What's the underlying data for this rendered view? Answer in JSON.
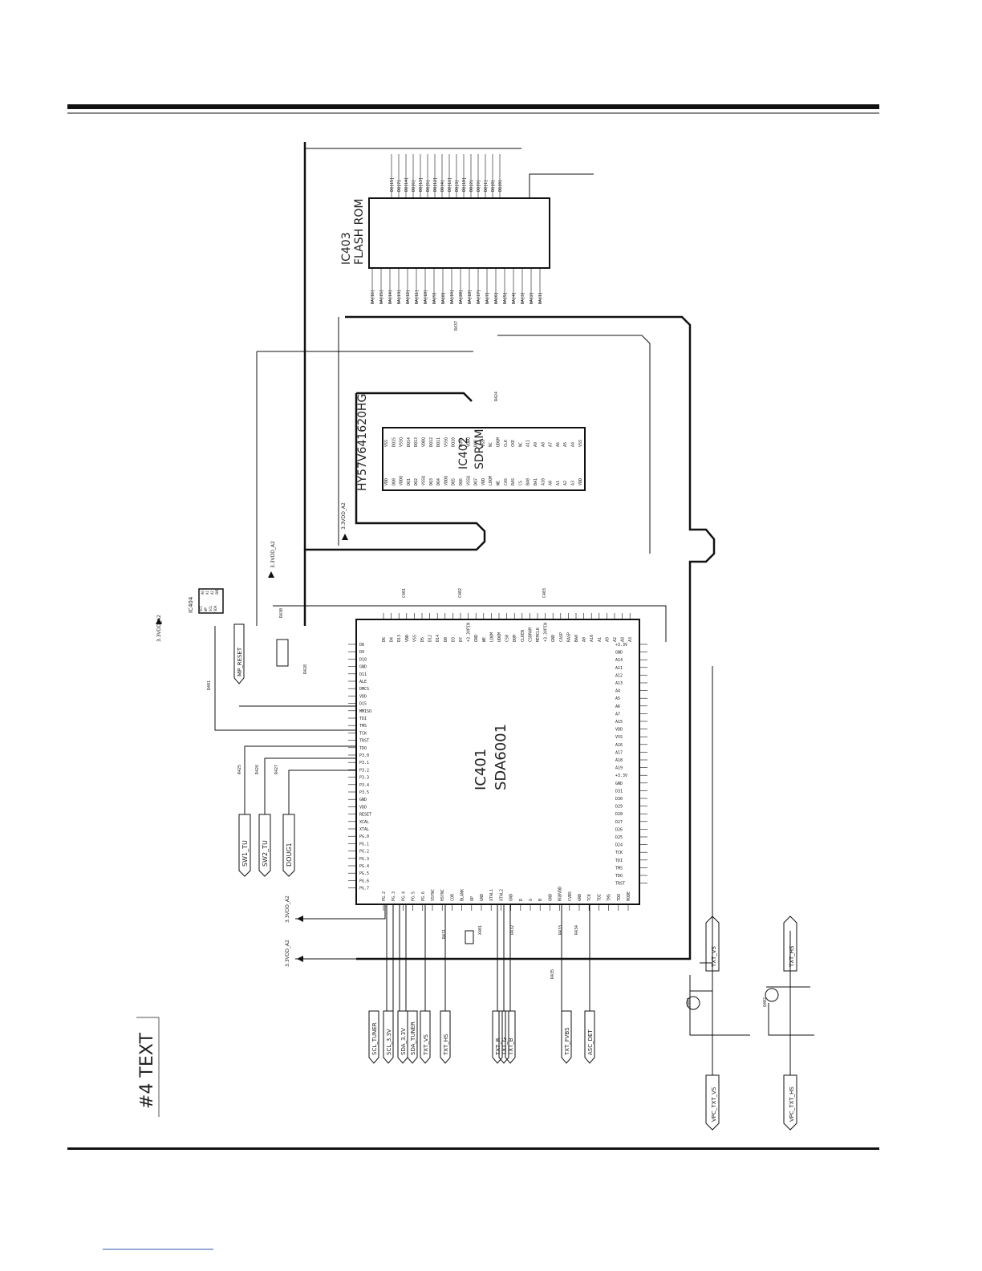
{
  "page": {
    "section_title": "#4 TEXT"
  },
  "chips": {
    "ic401": {
      "ref": "IC401",
      "part": "SDA6001"
    },
    "ic402": {
      "ref": "IC402",
      "part": "SDRAM",
      "marking": "HY57V641620HG"
    },
    "ic403": {
      "ref": "IC403",
      "part": "FLASH ROM"
    },
    "ic404": {
      "ref": "IC404",
      "pins": [
        "VCC",
        "WP",
        "SCL",
        "SDA",
        "A0",
        "A1",
        "A2",
        "GND"
      ]
    }
  },
  "power_labels": [
    "3.3VDD_A2",
    "3.3VDD_A2",
    "3.3VDD_A2",
    "3.3VDD_A2",
    "3.3VDD_A2"
  ],
  "connectors_left": [
    "SW1_TU",
    "SW2_TU",
    "DOUG1"
  ],
  "reset_label": "MP_RESET",
  "connectors_bottom": [
    "SCL_TUNER",
    "SCL_3.3V",
    "SDA_3.3V",
    "SDA_TUNER",
    "TXT_VS",
    "TXT_HS",
    "TXT_R",
    "TXT_G",
    "TXT_B",
    "TXT_FVBS",
    "ASC_DET"
  ],
  "connectors_right": [
    "TXT_VS",
    "TXT_HS",
    "VPC_TXT_VS",
    "VPC_TXT_HS"
  ],
  "ic403_data_pins": [
    "DQ[15]",
    "DQ[7]",
    "DQ[14]",
    "DQ[6]",
    "DQ[13]",
    "DQ[5]",
    "DQ[12]",
    "DQ[4]",
    "DQ[11]",
    "DQ[3]",
    "DQ[10]",
    "DQ[2]",
    "DQ[9]",
    "DQ[1]",
    "DQ[8]",
    "DQ[0]"
  ],
  "ic403_addr_pins": [
    "DA[16]",
    "DA[15]",
    "DA[14]",
    "DA[13]",
    "DA[12]",
    "DA[11]",
    "DA[10]",
    "DA[9]",
    "DA[8]",
    "DA[19]",
    "DA[20]",
    "DA[18]",
    "DA[17]",
    "DA[7]",
    "DA[6]",
    "DA[5]",
    "DA[4]",
    "DA[3]",
    "DA[2]",
    "DA[1]"
  ],
  "ic402_left_pins": [
    "VDD",
    "DQ0",
    "VDDQ",
    "DQ1",
    "DQ2",
    "VSSQ",
    "DQ3",
    "DQ4",
    "VDDQ",
    "DQ5",
    "DQ6",
    "VSSQ",
    "DQ7",
    "VDD",
    "LDQM",
    "WE",
    "CAS",
    "RAS",
    "CS",
    "BA0",
    "BA1",
    "A10",
    "A0",
    "A1",
    "A2",
    "A3",
    "VDD"
  ],
  "ic402_right_pins": [
    "VSS",
    "DQ15",
    "VSSQ",
    "DQ14",
    "DQ13",
    "VDDQ",
    "DQ12",
    "DQ11",
    "VSSQ",
    "DQ10",
    "DQ9",
    "VDDQ",
    "DQ8",
    "VSS",
    "NC",
    "UDQM",
    "CLK",
    "CKE",
    "NC",
    "A11",
    "A9",
    "A8",
    "A7",
    "A6",
    "A5",
    "A4",
    "VSS"
  ],
  "ic401_top_pins": [
    "D6",
    "D4",
    "D13",
    "VDD",
    "VSS",
    "D5",
    "D12",
    "D14",
    "D0",
    "D3",
    "D7",
    "+3.3VPIN",
    "GND",
    "WE",
    "LDQM",
    "UDQM",
    "CS0",
    "DQM",
    "CLKEN",
    "CSDRAM",
    "MEMCLK",
    "+3.3VPIN",
    "GND",
    "CASP",
    "RASP",
    "BA0",
    "A0",
    "A10",
    "A1",
    "A9",
    "A2",
    "A8",
    "A3"
  ],
  "ic401_left_pins": [
    "D8",
    "D9",
    "D10",
    "GND",
    "D11",
    "ALE",
    "DMCS",
    "VDD",
    "D15",
    "MMISO",
    "TDI",
    "TMS",
    "TCK",
    "TRST",
    "TDO",
    "P3.0",
    "P3.1",
    "P3.2",
    "P3.3",
    "P3.4",
    "P3.5",
    "GND",
    "VDD",
    "RESET",
    "XCAL",
    "XTAL",
    "PG.0",
    "PG.1",
    "PG.2",
    "PG.3",
    "PG.4",
    "PG.5",
    "PG.6",
    "PG.7"
  ],
  "ic401_bottom_pins": [
    "PG.2",
    "PG.3",
    "PG.4",
    "PG.5",
    "PG.6",
    "VSYNC",
    "HSYNC",
    "COR",
    "BLANK",
    "OP",
    "GND",
    "XTAL1",
    "XTAL2",
    "GND",
    "R",
    "G",
    "B",
    "GND",
    "RGBVDD",
    "CVBS",
    "GND",
    "TCK",
    "TDI",
    "TMS",
    "TDO",
    "MODE"
  ],
  "ic401_right_pins": [
    "+3.3V",
    "GND",
    "A14",
    "A11",
    "A12",
    "A13",
    "A4",
    "A5",
    "A6",
    "A7",
    "A15",
    "VDD",
    "VSS",
    "A16",
    "A17",
    "A18",
    "A19",
    "+3.3V",
    "GND",
    "D31",
    "D30",
    "D29",
    "D28",
    "D27",
    "D26",
    "D25",
    "D24",
    "TCK",
    "TDI",
    "TMS",
    "TDO",
    "TRST"
  ],
  "misc_labels": [
    "R437",
    "R424",
    "R425",
    "R426",
    "R427",
    "R428",
    "R430",
    "R431",
    "R432",
    "R433",
    "R434",
    "R435",
    "C401",
    "C402",
    "C403",
    "X401",
    "Q401",
    "Q402",
    "D401"
  ],
  "colors": {
    "ink": "#111111",
    "faint": "#555555",
    "paper": "#ffffff"
  }
}
